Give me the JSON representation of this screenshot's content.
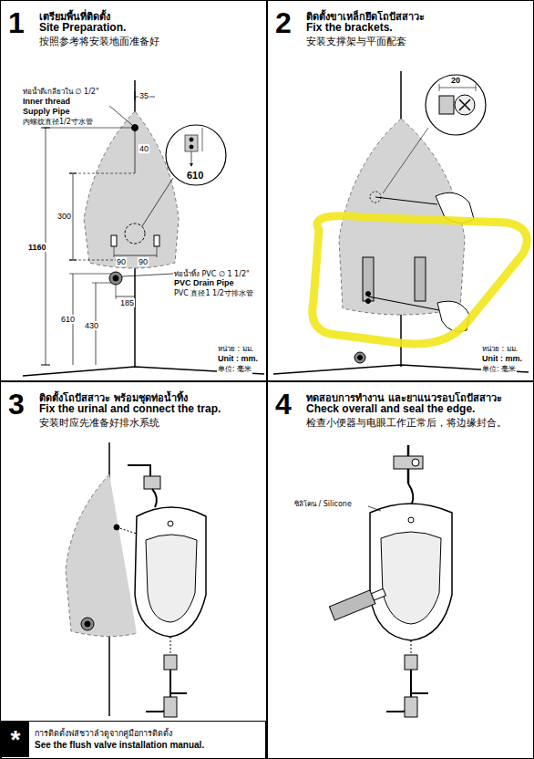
{
  "diagram": {
    "nodes": [
      {
        "text": [
          "1",
          "เตรียมพื้นที่ติดตั้ง",
          "Site Preparation.",
          "按照参考将安装地面准备好"
        ]
      },
      {
        "text": [
          "2",
          "ติดตั้งขาเหล็กยึดโถปัสสาวะ",
          "Fix the brackets.",
          "安装支撑架与平面配套"
        ]
      },
      {
        "text": [
          "3",
          "ติดตั้งโถปัสสาวะ พร้อมชุดท่อน้ำทิ้ง",
          "Fix the urinal and connect the trap.",
          "安装时应先准备好排水系统"
        ]
      },
      {
        "text": [
          "4",
          "ทดสอบการทำงาน และยาแนวรอบโถปัสสาวะ",
          "Check overall and seal the edge.",
          "检查小便器与电眼工作正常后，将边缘封合。"
        ]
      },
      {
        "text": [
          "*",
          "การติดตั้งฟลัชวาล์วดูจากคู่มือการติดตั้ง",
          "See the flush valve installation manual."
        ],
        "in": 2
      }
    ],
    "labels": [
      "ท่อน้ำดีเกลียวใน ∅ 1/2\"",
      "Inner thread",
      "Supply Pipe",
      "内螺纹直径1/2寸水管",
      "35",
      "40",
      "610",
      "300",
      "90",
      "90",
      "1160",
      "610",
      "430",
      "185",
      "ท่อน้ำทิ้ง PVC ∅ 1 1/2\"",
      "PVC Drain Pipe",
      "PVC 直径1 1/2寸排水管",
      "หน่วย : มม.",
      "Unit : mm.",
      "单位: 毫米",
      "20",
      "หน่วย : มม.",
      "Unit : mm.",
      "单位: 毫米",
      "ซิลิโคน / Silicone"
    ]
  }
}
